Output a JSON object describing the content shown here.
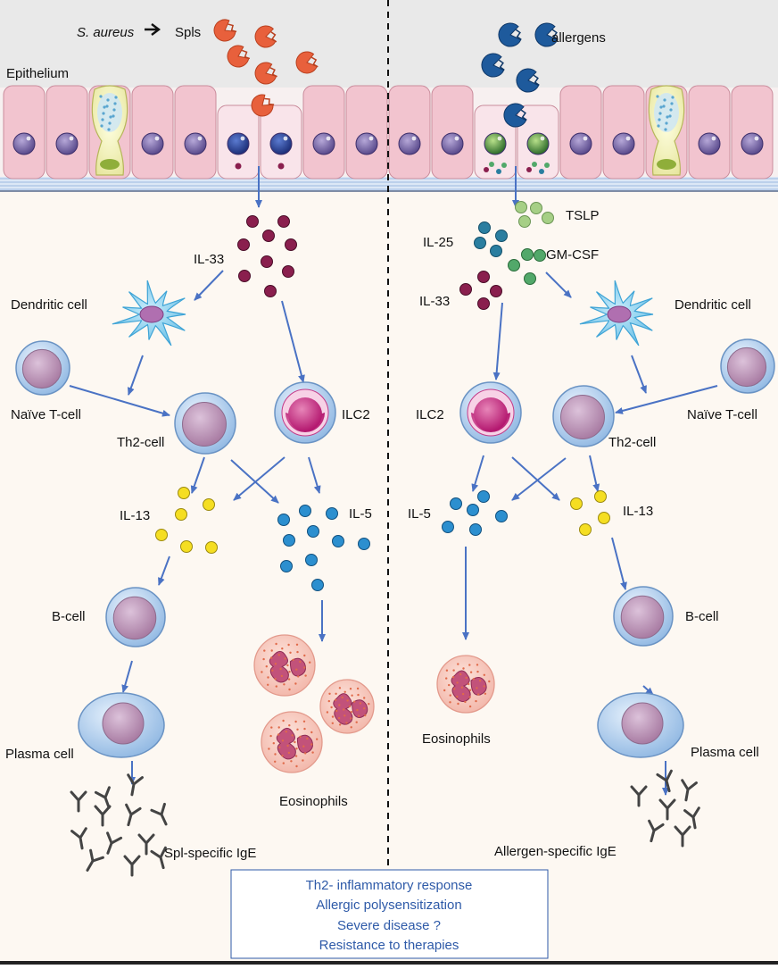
{
  "header": {
    "left_source_species": "S. aureus",
    "left_source_product": "Spls",
    "right_source": "allergens",
    "epithelium": "Epithelium"
  },
  "left_panel": {
    "cytokine": "IL-33",
    "dendritic_cell": "Dendritic cell",
    "naive_t_cell": "Naïve T-cell",
    "th2_cell": "Th2-cell",
    "ilc2": "ILC2",
    "il13": "IL-13",
    "il5": "IL-5",
    "b_cell": "B-cell",
    "plasma_cell": "Plasma cell",
    "eosinophils": "Eosinophils",
    "ige": "Spl-specific IgE"
  },
  "right_panel": {
    "tslp": "TSLP",
    "il25": "IL-25",
    "gm_csf": "GM-CSF",
    "il33": "IL-33",
    "dendritic_cell": "Dendritic cell",
    "naive_t_cell": "Naïve T-cell",
    "th2_cell": "Th2-cell",
    "ilc2": "ILC2",
    "il5": "IL-5",
    "il13": "IL-13",
    "b_cell": "B-cell",
    "plasma_cell": "Plasma cell",
    "eosinophils": "Eosinophils",
    "ige": "Allergen-specific IgE"
  },
  "summary": {
    "lines": [
      "Th2- inflammatory response",
      "Allergic polysensitization",
      "Severe disease ?",
      "Resistance to therapies"
    ]
  },
  "colors": {
    "arrow": "#4a72c4",
    "summary_text": "#2e5aa8",
    "epithelial_cell": "#f2c4cf",
    "il33": "#8a1f4e",
    "il13": "#f5de22",
    "il5": "#2c8fcf",
    "tslp": "#a6cf86",
    "gm_csf": "#52a86a",
    "il25": "#2a7ea0",
    "spls": "#e8603c",
    "allergens": "#1e5a9c"
  }
}
